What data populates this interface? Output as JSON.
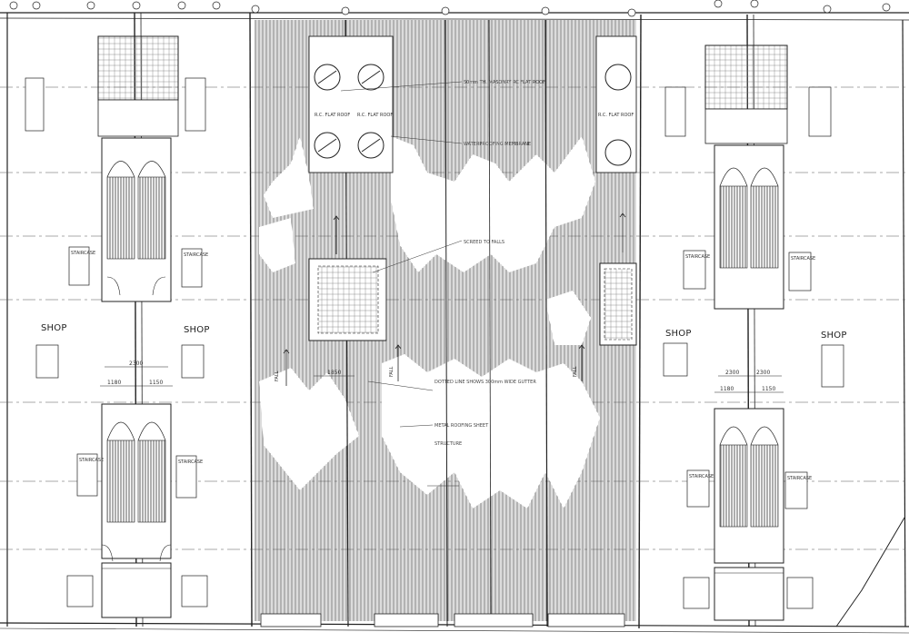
{
  "labels": {
    "shop": "SHOP",
    "rc_flat_roof": "R.C. FLAT ROOF",
    "fall": "FALL",
    "staircase": "STAIRCASE"
  },
  "dimensions": {
    "d2300": "2300",
    "d1180": "1180",
    "d1150": "1150",
    "d1850": "1850"
  },
  "notes": {
    "roof_1": "50mm TH. MASONRY RC FLAT ROOF",
    "roof_2": "WATERPROOFING MEMBRANE",
    "roof_3": "SCREED TO FALLS",
    "gutter": "DOTTED LINE SHOWS 300mm WIDE GUTTER",
    "metal_roof": "METAL ROOFING SHEET",
    "structure": "STRUCTURE"
  }
}
